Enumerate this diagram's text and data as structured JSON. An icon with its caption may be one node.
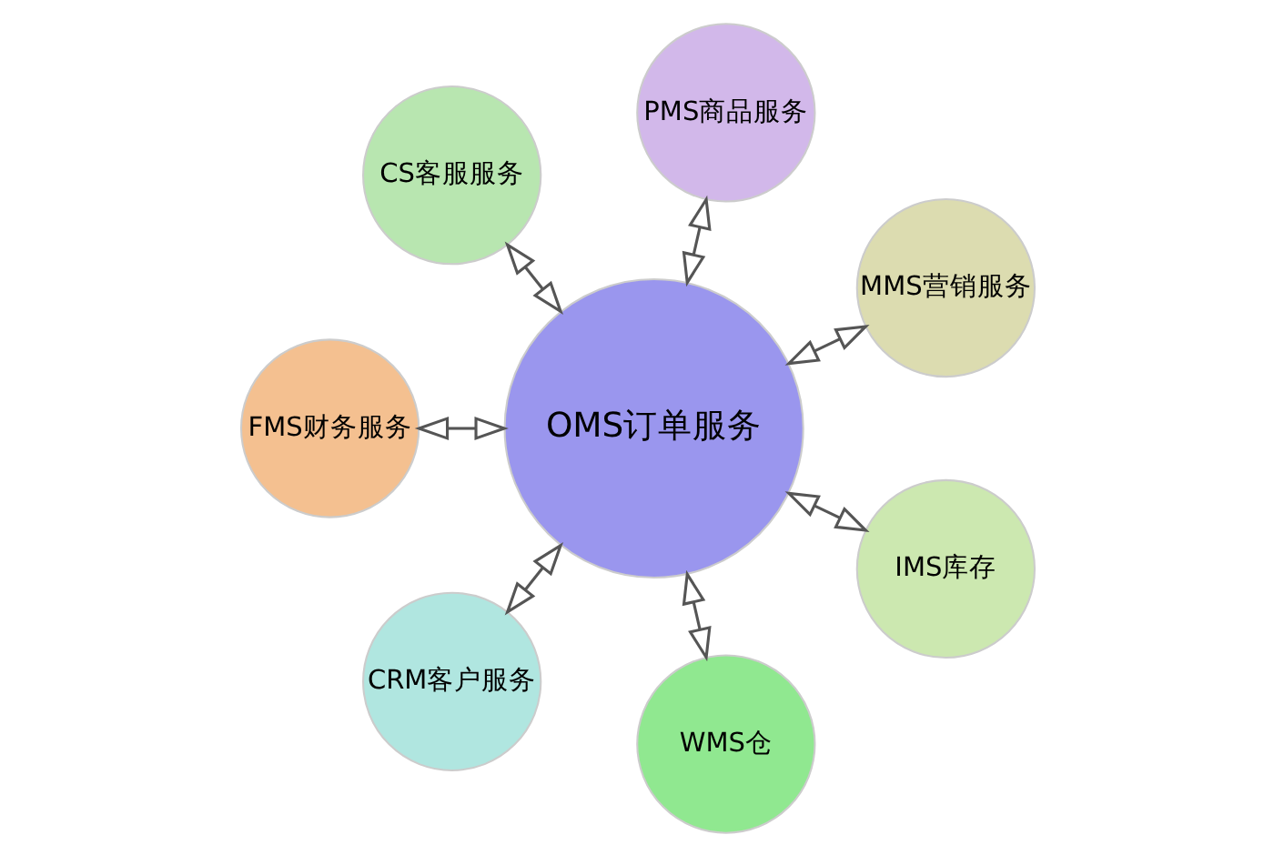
{
  "diagram": {
    "nodes": [
      {
        "text": [
          "MMS营销服务"
        ]
      },
      {
        "text": [
          "PMS商品服务"
        ]
      },
      {
        "text": [
          "CS客服服务"
        ]
      },
      {
        "text": [
          "FMS财务服务"
        ]
      },
      {
        "text": [
          "OMS订单服务"
        ]
      },
      {
        "text": [
          "CRM客户服务"
        ]
      },
      {
        "text": [
          "WMS仓"
        ]
      },
      {
        "text": [
          "IMS库存"
        ]
      }
    ],
    "edges": [
      {
        "from": 4,
        "to": 0,
        "arrow": "both"
      },
      {
        "from": 4,
        "to": 1,
        "arrow": "both"
      },
      {
        "from": 4,
        "to": 2,
        "arrow": "both"
      },
      {
        "from": 4,
        "to": 3,
        "arrow": "both"
      },
      {
        "from": 4,
        "to": 5,
        "arrow": "both"
      },
      {
        "from": 4,
        "to": 6,
        "arrow": "both"
      },
      {
        "from": 4,
        "to": 7,
        "arrow": "both"
      }
    ]
  }
}
